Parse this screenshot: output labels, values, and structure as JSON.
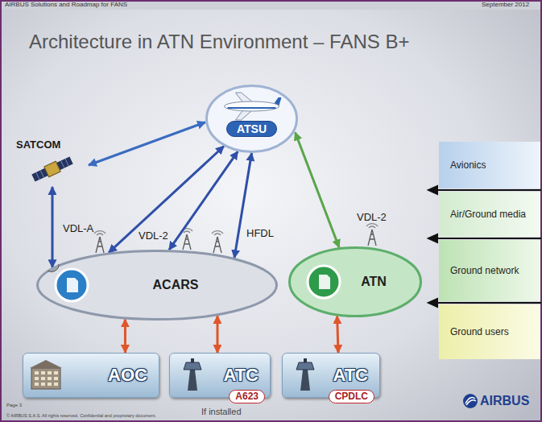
{
  "diagram": {
    "title": "Architecture in ATN Environment – FANS B+",
    "nodes": [
      {
        "text": [
          "ATSU"
        ]
      },
      {
        "text": [
          "SATCOM"
        ]
      },
      {
        "text": [
          "ACARS"
        ]
      },
      {
        "text": [
          "ATN"
        ]
      },
      {
        "text": [
          "AOC"
        ]
      },
      {
        "text": [
          "ATC",
          "A623"
        ]
      },
      {
        "text": [
          "ATC",
          "CPDLC"
        ]
      },
      {
        "text": [
          "Avionics"
        ]
      },
      {
        "text": [
          "Air/Ground media"
        ]
      },
      {
        "text": [
          "Ground network"
        ]
      },
      {
        "text": [
          "Ground users"
        ]
      }
    ],
    "edges": [
      {
        "from": 0,
        "to": 1,
        "arrow": "both"
      },
      {
        "from": 1,
        "to": 2,
        "arrow": "both"
      },
      {
        "from": 0,
        "to": 2,
        "label": "VDL-A",
        "arrow": "both"
      },
      {
        "from": 0,
        "to": 2,
        "label": "VDL-2",
        "arrow": "both"
      },
      {
        "from": 0,
        "to": 2,
        "label": "HFDL",
        "arrow": "both"
      },
      {
        "from": 0,
        "to": 3,
        "label": "VDL-2",
        "arrow": "both"
      },
      {
        "from": 2,
        "to": 4,
        "arrow": "both"
      },
      {
        "from": 2,
        "to": 5,
        "arrow": "both"
      },
      {
        "from": 3,
        "to": 6,
        "arrow": "both"
      }
    ],
    "labels": [
      "AIRBUS Solutions and Roadmap for FANS",
      "September 2012",
      "If installed",
      "AIRBUS",
      "Page 3",
      "© AIRBUS S.A.S. All rights reserved. Confidential and proprietary document."
    ]
  }
}
